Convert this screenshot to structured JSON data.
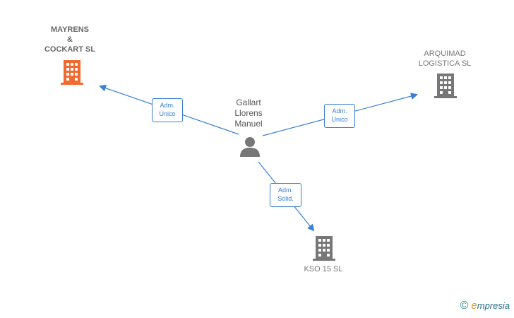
{
  "nodes": {
    "person": {
      "lines": [
        "Gallart",
        "Llorens",
        "Manuel"
      ]
    },
    "mayrens": {
      "lines": [
        "MAYRENS",
        "&",
        "COCKART  SL"
      ],
      "color": "#f26a30"
    },
    "arquimad": {
      "lines": [
        "ARQUIMAD",
        "LOGISTICA  SL"
      ],
      "color": "#777777"
    },
    "kso": {
      "lines": [
        "KSO 15  SL"
      ],
      "color": "#777777"
    }
  },
  "edges": [
    {
      "id": "to-mayrens",
      "label": [
        "Adm.",
        "Unico"
      ]
    },
    {
      "id": "to-arquimad",
      "label": [
        "Adm.",
        "Unico"
      ]
    },
    {
      "id": "to-kso",
      "label": [
        "Adm.",
        "Solid."
      ]
    }
  ],
  "colors": {
    "edge": "#3a7fd5",
    "person_icon": "#777777"
  },
  "brand": {
    "copyright": "©",
    "e": "e",
    "rest": "mpresia"
  }
}
